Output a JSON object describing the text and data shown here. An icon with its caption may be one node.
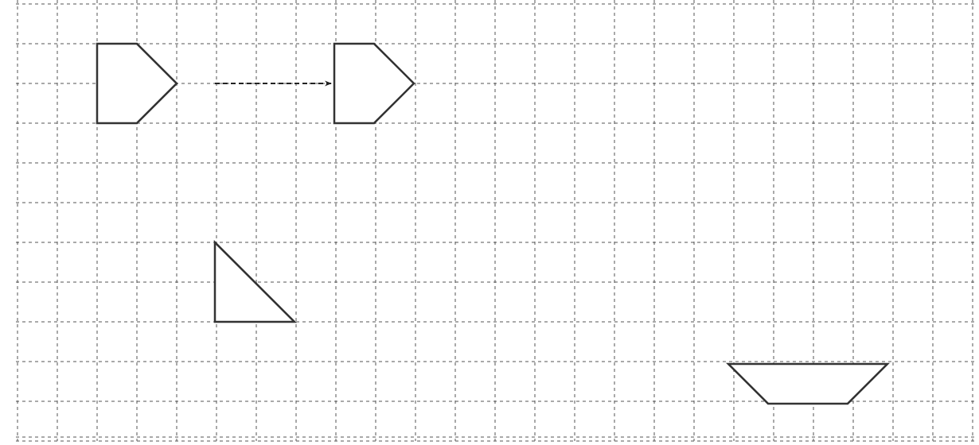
{
  "diagram": {
    "nodes": [
      {
        "text": [],
        "shape": "pentagon"
      },
      {
        "text": [],
        "shape": "pentagon"
      },
      {
        "text": [],
        "shape": "triangle"
      },
      {
        "text": [],
        "shape": "trapezoid"
      }
    ],
    "edges": [
      {
        "from": 0,
        "to": 1,
        "arrow": "to",
        "style": "dashed"
      }
    ]
  }
}
